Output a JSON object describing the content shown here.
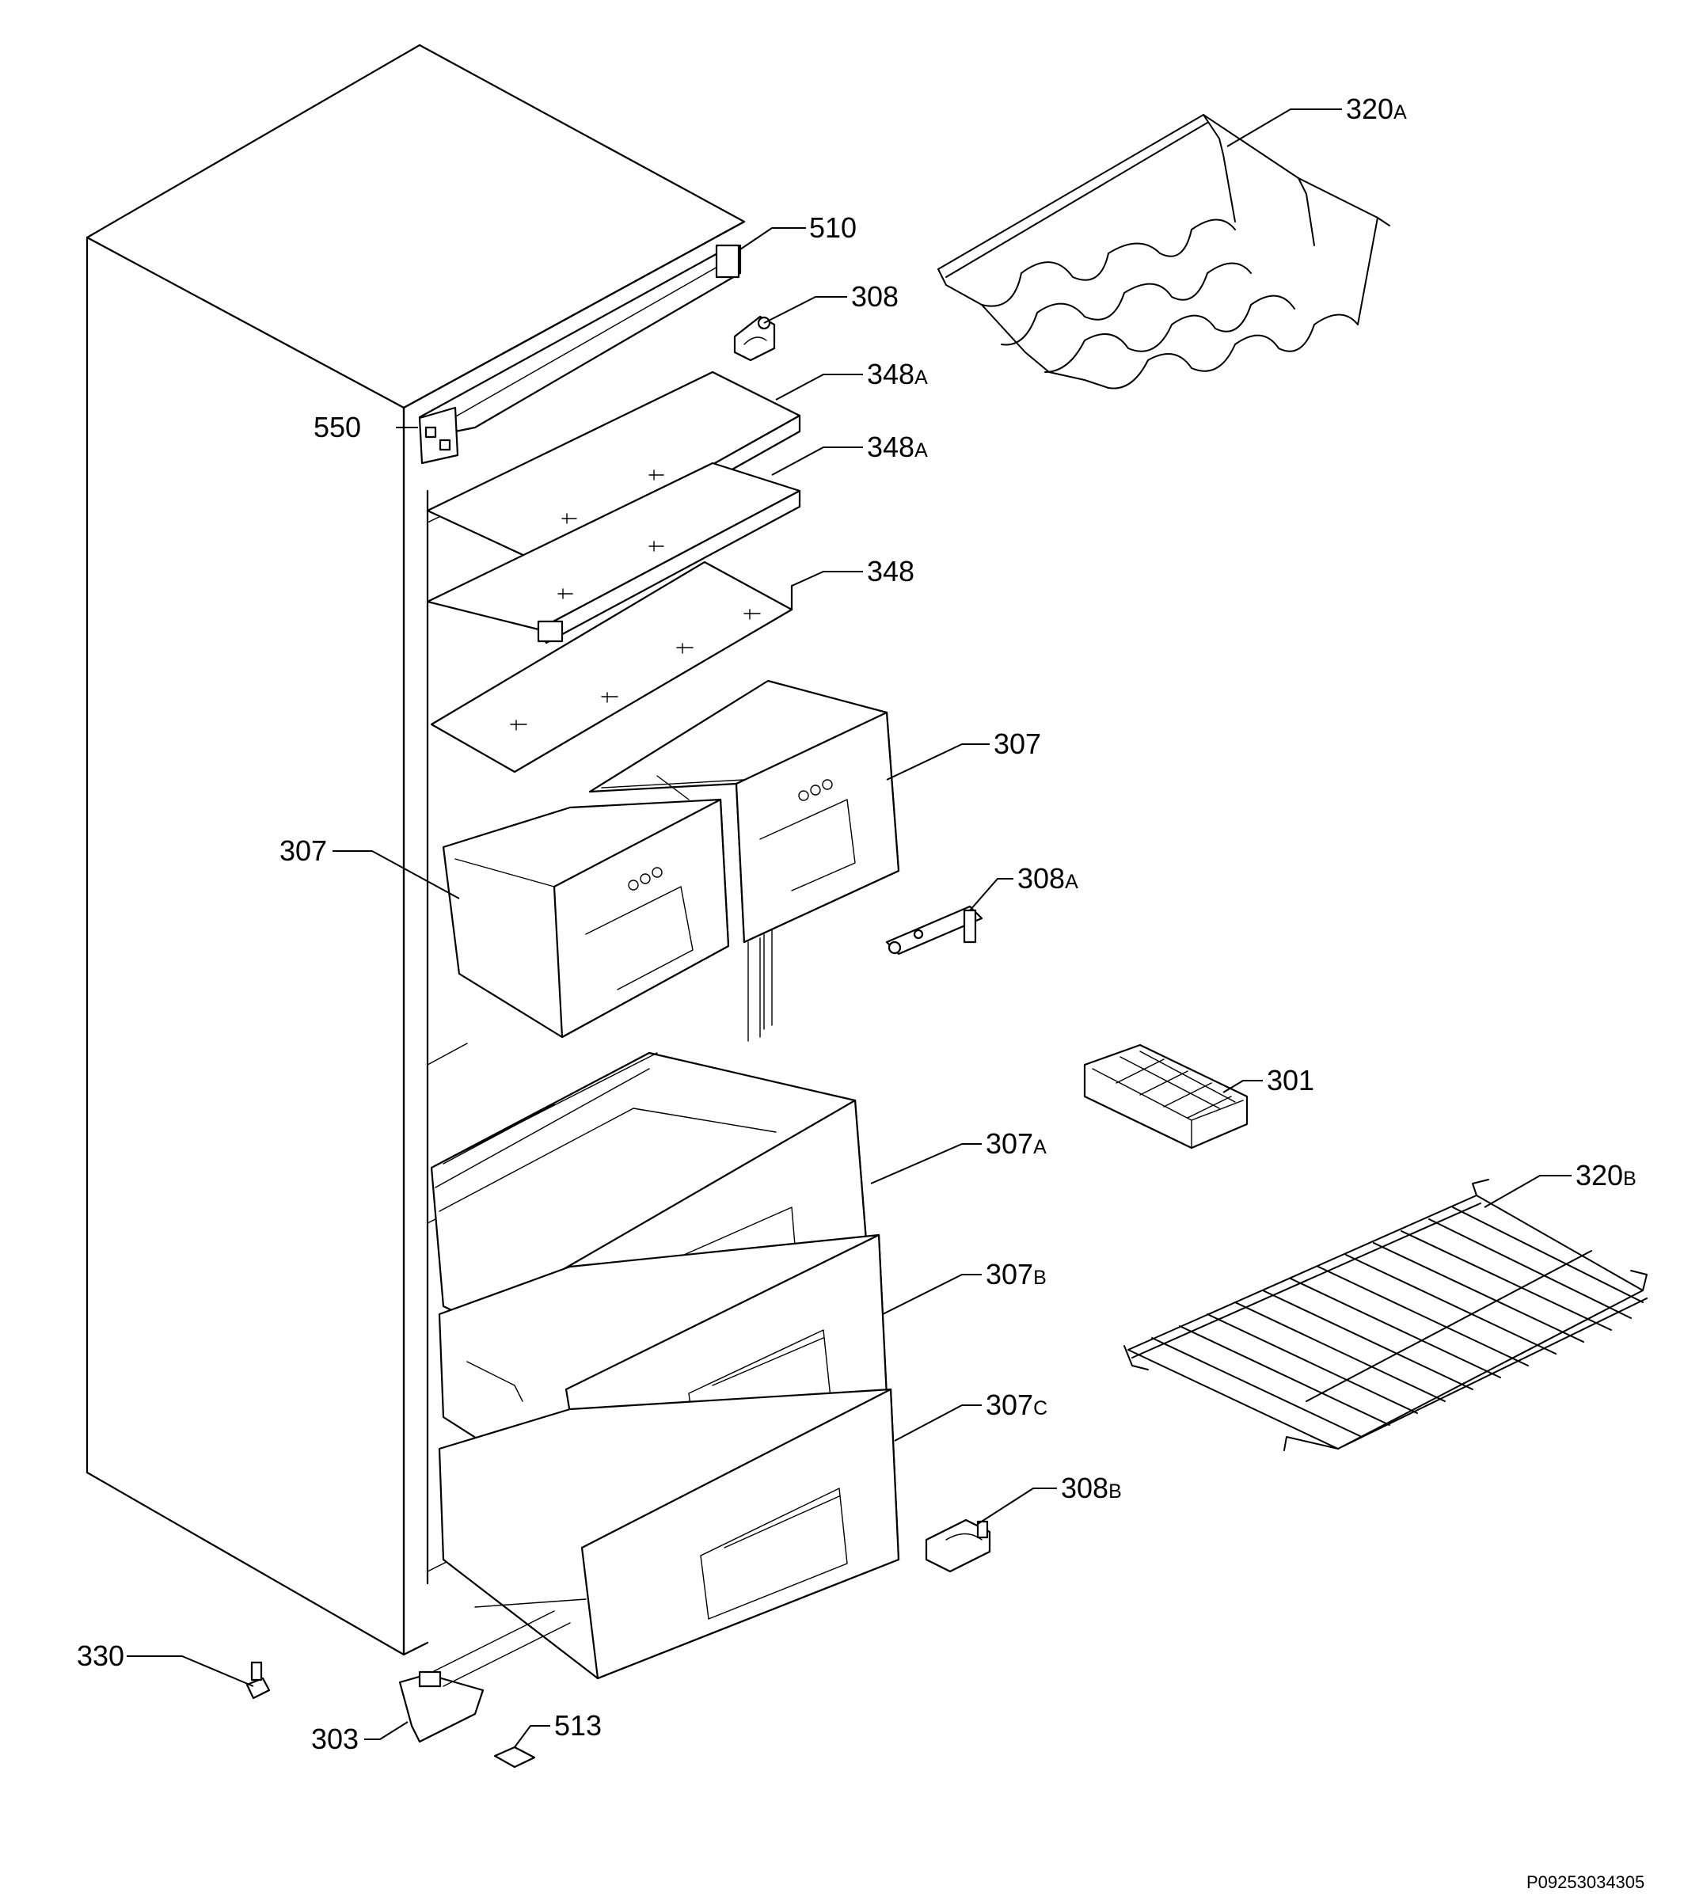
{
  "diagram": {
    "reference_code": "P09253034305",
    "callouts": [
      {
        "id": "c320a",
        "num": "320",
        "suffix": "A"
      },
      {
        "id": "c510",
        "num": "510",
        "suffix": ""
      },
      {
        "id": "c308",
        "num": "308",
        "suffix": ""
      },
      {
        "id": "c348a1",
        "num": "348",
        "suffix": "A"
      },
      {
        "id": "c550",
        "num": "550",
        "suffix": ""
      },
      {
        "id": "c348a2",
        "num": "348",
        "suffix": "A"
      },
      {
        "id": "c348",
        "num": "348",
        "suffix": ""
      },
      {
        "id": "c307r",
        "num": "307",
        "suffix": ""
      },
      {
        "id": "c307l",
        "num": "307",
        "suffix": ""
      },
      {
        "id": "c308a",
        "num": "308",
        "suffix": "A"
      },
      {
        "id": "c301",
        "num": "301",
        "suffix": ""
      },
      {
        "id": "c307a",
        "num": "307",
        "suffix": "A"
      },
      {
        "id": "c320b",
        "num": "320",
        "suffix": "B"
      },
      {
        "id": "c307b",
        "num": "307",
        "suffix": "B"
      },
      {
        "id": "c307c",
        "num": "307",
        "suffix": "C"
      },
      {
        "id": "c308b",
        "num": "308",
        "suffix": "B"
      },
      {
        "id": "c330",
        "num": "330",
        "suffix": ""
      },
      {
        "id": "c303",
        "num": "303",
        "suffix": ""
      },
      {
        "id": "c513",
        "num": "513",
        "suffix": ""
      }
    ]
  }
}
